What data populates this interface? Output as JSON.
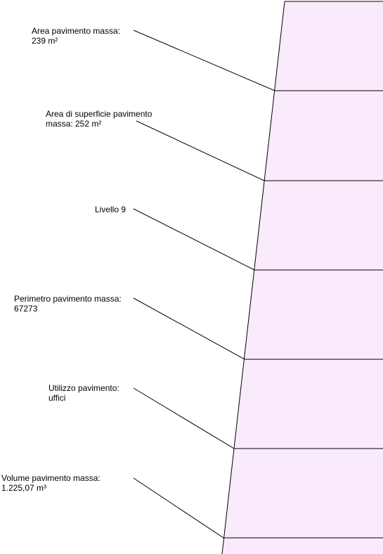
{
  "colors": {
    "mass_fill": "#f9eafc",
    "line": "#000000",
    "background": "#ffffff"
  },
  "annotations": [
    {
      "text": "Area pavimento massa:\n239 m²"
    },
    {
      "text": "Area di superficie pavimento\nmassa: 252 m²"
    },
    {
      "text": "Livello 9"
    },
    {
      "text": "Perimetro pavimento massa:\n67273"
    },
    {
      "text": "Utilizzo pavimento:\nuffici"
    },
    {
      "text": "Volume pavimento massa:\n1.225,07 m³"
    }
  ]
}
